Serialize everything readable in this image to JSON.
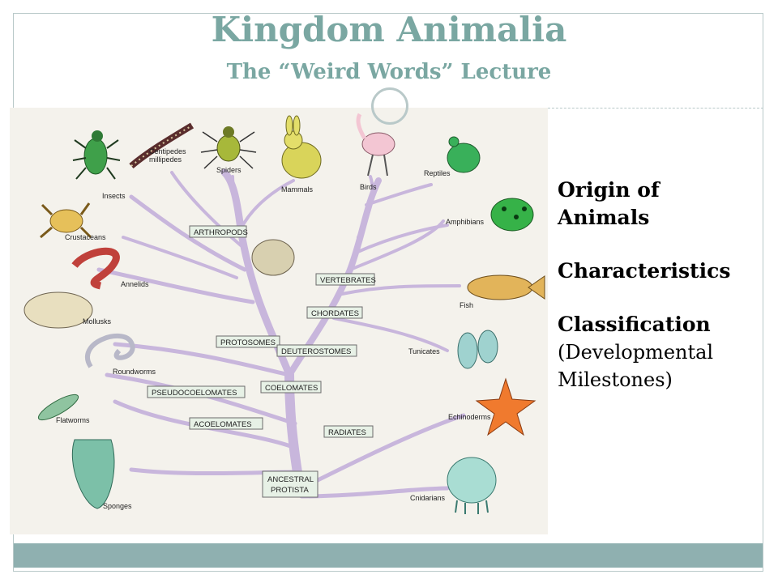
{
  "slide": {
    "title": "Kingdom Animalia",
    "subtitle": "The “Weird Words” Lecture"
  },
  "side_text": {
    "topic1_line1": "Origin of",
    "topic1_line2": "Animals",
    "topic2": "Characteristics",
    "topic3": "Classification",
    "topic3_sub1": "(Developmental",
    "topic3_sub2": "Milestones)"
  },
  "diagram": {
    "nodes": {
      "arthropods": "ARTHROPODS",
      "vertebrates": "VERTEBRATES",
      "chordates": "CHORDATES",
      "protosomes": "PROTOSOMES",
      "deuterostomes": "DEUTEROSTOMES",
      "coelomates": "COELOMATES",
      "pseudocoelomates": "PSEUDOCOELOMATES",
      "acoelomates": "ACOELOMATES",
      "radiates": "RADIATES",
      "root_line1": "ANCESTRAL",
      "root_line2": "PROTISTA"
    },
    "animals": {
      "insects": "Insects",
      "centipedes_1": "Centipedes",
      "centipedes_2": "millipedes",
      "spiders": "Spiders",
      "mammals": "Mammals",
      "birds": "Birds",
      "reptiles": "Reptiles",
      "crustaceans": "Crustaceans",
      "amphibians": "Amphibians",
      "annelids": "Annelids",
      "mollusks": "Mollusks",
      "fish": "Fish",
      "tunicates": "Tunicates",
      "roundworms": "Roundworms",
      "echinoderms": "Echinoderms",
      "flatworms": "Flatworms",
      "sponges": "Sponges",
      "cnidarians": "Cnidarians"
    }
  },
  "colors": {
    "title": "#7aa7a2",
    "footer_bar": "#8fb0b0",
    "branch": "#c8b6dc",
    "node_fill": "#e7f1e6"
  }
}
